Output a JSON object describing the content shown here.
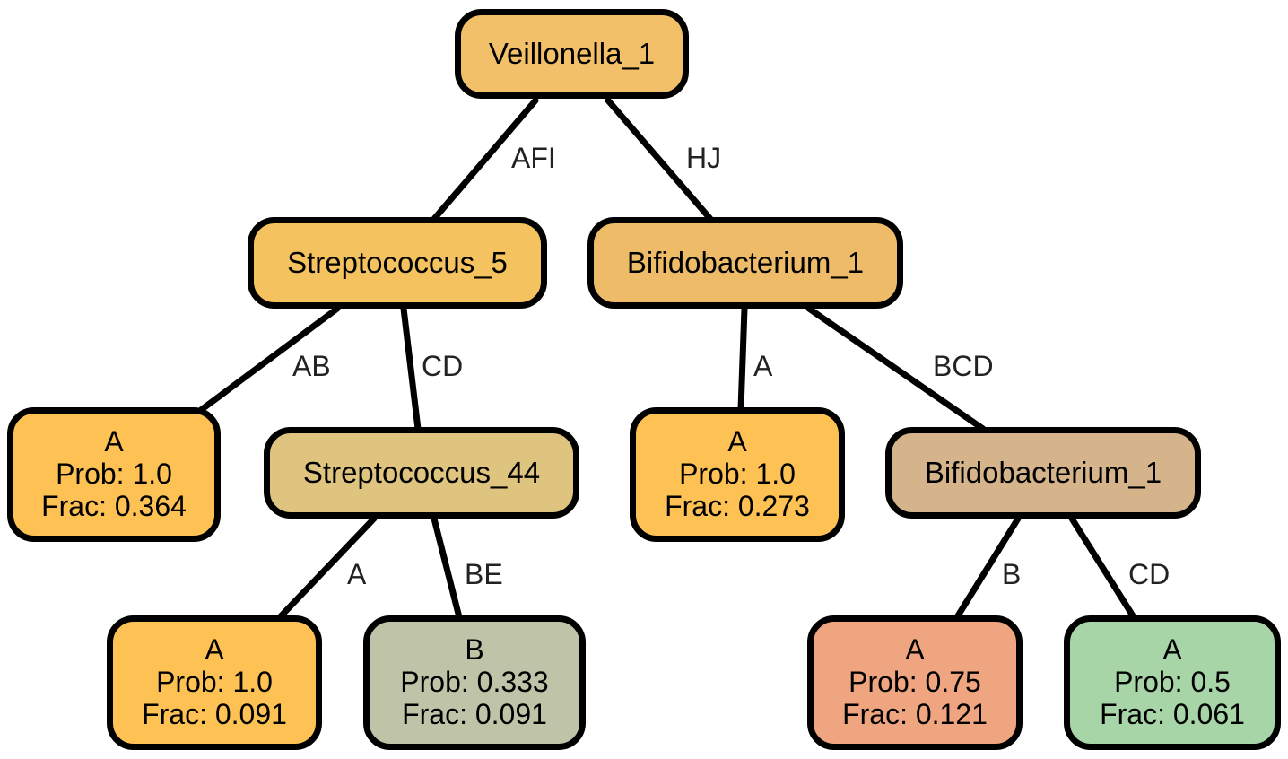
{
  "colors": {
    "edge": "#000000",
    "border": "#000000",
    "edge_label": "#222222"
  },
  "nodes": {
    "root": {
      "label": "Veillonella_1",
      "fill": "#F2C068"
    },
    "strep5": {
      "label": "Streptococcus_5",
      "fill": "#F4C25F"
    },
    "bifido1": {
      "label": "Bifidobacterium_1",
      "fill": "#EEBC69"
    },
    "leaf_ab": {
      "label": "A",
      "prob": "Prob: 1.0",
      "frac": "Frac: 0.364",
      "fill": "#FDC154"
    },
    "strep44": {
      "label": "Streptococcus_44",
      "fill": "#DEC47E"
    },
    "leaf_a_bifido": {
      "label": "A",
      "prob": "Prob: 1.0",
      "frac": "Frac: 0.273",
      "fill": "#FDC154"
    },
    "bifido1b": {
      "label": "Bifidobacterium_1",
      "fill": "#D5B48B"
    },
    "leaf_a_strep44": {
      "label": "A",
      "prob": "Prob: 1.0",
      "frac": "Frac: 0.091",
      "fill": "#FDC154"
    },
    "leaf_be": {
      "label": "B",
      "prob": "Prob: 0.333",
      "frac": "Frac: 0.091",
      "fill": "#BFC4A8"
    },
    "leaf_b": {
      "label": "A",
      "prob": "Prob: 0.75",
      "frac": "Frac: 0.121",
      "fill": "#EFA57F"
    },
    "leaf_cd": {
      "label": "A",
      "prob": "Prob: 0.5",
      "frac": "Frac: 0.061",
      "fill": "#A8D5A8"
    }
  },
  "edges": {
    "afi": "AFI",
    "hj": "HJ",
    "ab": "AB",
    "cd1": "CD",
    "a1": "A",
    "bcd": "BCD",
    "a2": "A",
    "be": "BE",
    "b": "B",
    "cd2": "CD"
  }
}
